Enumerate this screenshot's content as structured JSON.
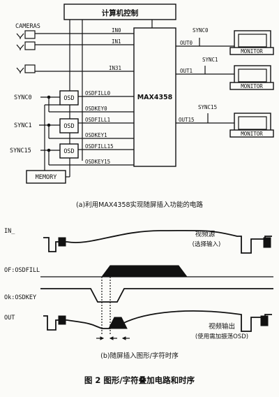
{
  "part_a": {
    "controller_label": "计算机控制",
    "cameras_label": "CAMERAS",
    "chip_label": "MAX4358",
    "inputs": [
      "IN0",
      "IN1",
      "IN31"
    ],
    "outputs": [
      "OUT0",
      "OUT1",
      "OUT15"
    ],
    "sync_out_labels": [
      "SYNC0",
      "SYNC1",
      "SYNC15"
    ],
    "monitor_label": "MONITOR",
    "sync_in_labels": [
      "SYNC0",
      "SYNC1",
      "SYNC15"
    ],
    "osd_label": "OSD",
    "osd_signals": [
      "OSDFILL0",
      "OSDKEY0",
      "OSDFILL1",
      "OSDKEY1",
      "OSDFILL15",
      "OSDKEY15"
    ],
    "memory_label": "MEMORY",
    "caption": "(a)利用MAX4358实现随屏插入功能的电路"
  },
  "part_b": {
    "signals": [
      "IN_",
      "OF:OSDFILL",
      "Ok:OSDKEY",
      "OUT"
    ],
    "note_video_line1": "视频源",
    "note_video_line2": "(选择输入)",
    "note_output_line1": "视频输出",
    "note_output_line2": "(使用需加振荡OSD)",
    "caption": "(b)随屏插入图形/字符时序"
  },
  "figure_caption": "图 2   图形/字符叠加电路和时序"
}
